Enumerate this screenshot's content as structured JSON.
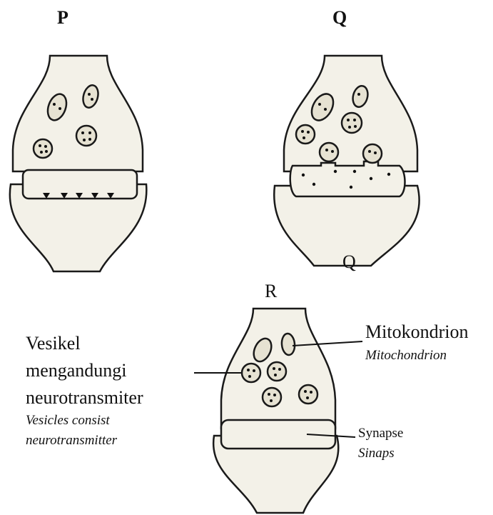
{
  "panels": {
    "p_label": "P",
    "q_label": "Q",
    "q_stray": "Q",
    "r_label": "R"
  },
  "annotations": {
    "vesicle_line1": "Vesikel",
    "vesicle_line2": "mengandungi",
    "vesicle_line3": "neurotransmiter",
    "vesicle_en1": "Vesicles consist",
    "vesicle_en2": "neurotransmitter",
    "mito_ms": "Mitokondrion",
    "mito_en": "Mitochondrion",
    "synapse_en": "Synapse",
    "synapse_ms": "Sinaps"
  },
  "colors": {
    "fill": "#f3f1e8",
    "stroke": "#1a1a1a",
    "dots": "#111111"
  }
}
